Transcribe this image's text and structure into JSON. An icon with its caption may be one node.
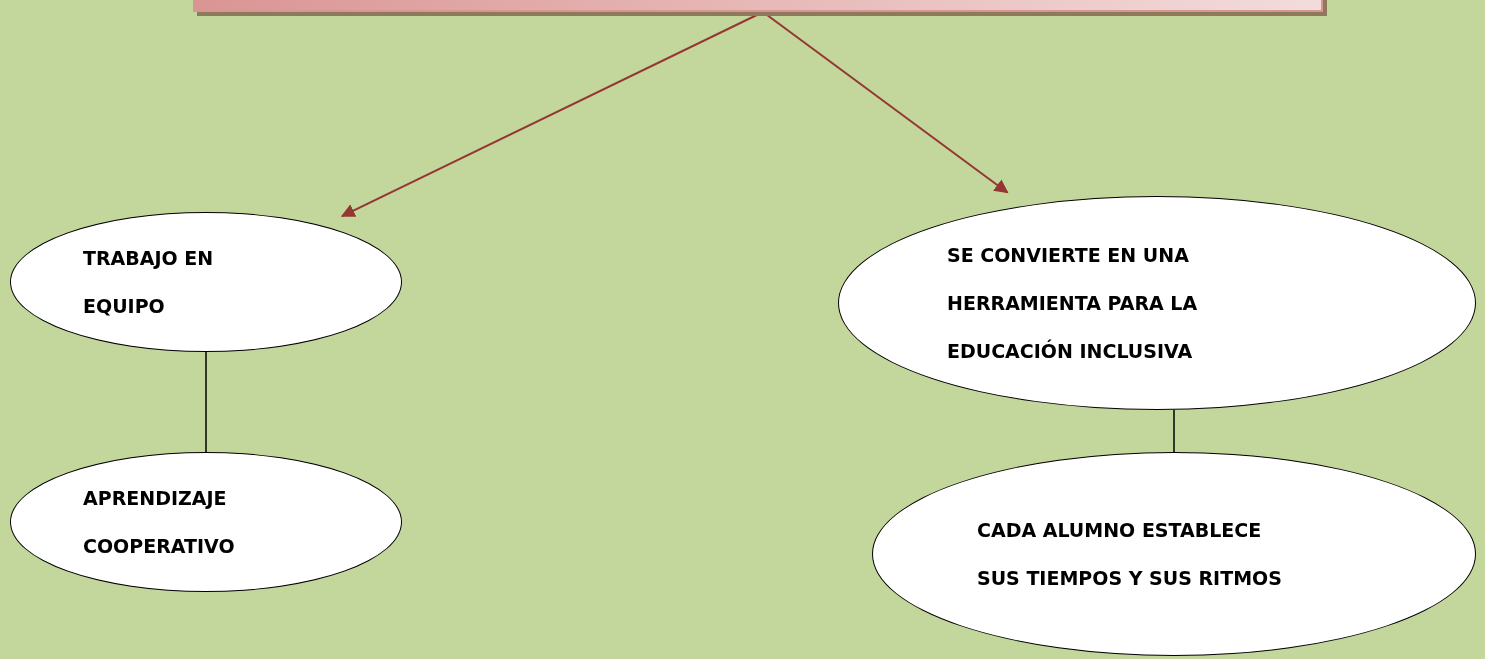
{
  "diagram": {
    "nodes": [
      {
        "text": [],
        "shape": "box"
      },
      {
        "text": [
          "TRABAJO EN EQUIPO"
        ]
      },
      {
        "text": [
          "APRENDIZAJE COOPERATIVO"
        ]
      },
      {
        "text": [
          "SE CONVIERTE EN UNA HERRAMIENTA PARA LA EDUCACIÓN INCLUSIVA"
        ]
      },
      {
        "text": [
          "CADA ALUMNO ESTABLECE SUS TIEMPOS Y SUS RITMOS"
        ]
      }
    ],
    "edges": [
      {
        "from": 0,
        "to": 1,
        "arrow": "to",
        "color": "#943634"
      },
      {
        "from": 0,
        "to": 3,
        "arrow": "to",
        "color": "#943634"
      },
      {
        "from": 1,
        "to": 2,
        "arrow": "none",
        "color": "#000000"
      },
      {
        "from": 3,
        "to": 4,
        "arrow": "none",
        "color": "#000000"
      }
    ]
  }
}
